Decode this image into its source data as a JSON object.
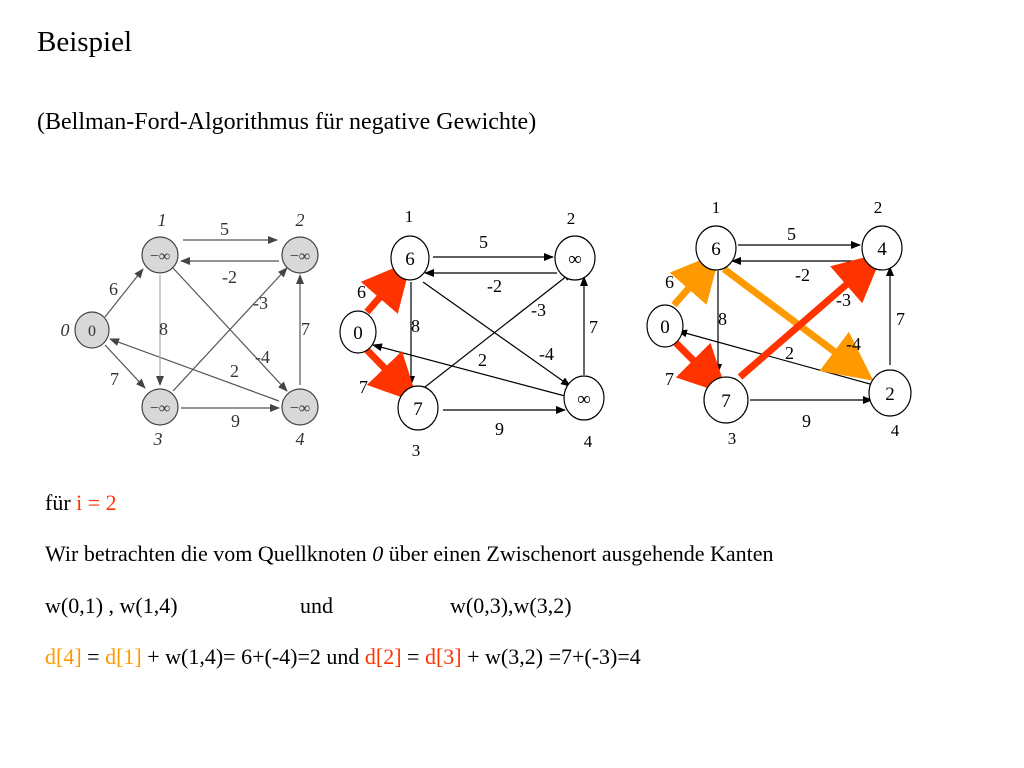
{
  "slide": {
    "title": "Beispiel",
    "subtitle": "(Bellman-Ford-Algorithmus für negative Gewichte)"
  },
  "colors": {
    "red": "#ff3300",
    "orange": "#ff9900",
    "gray_node": "#d8d8d8"
  },
  "graph1": {
    "nodes": [
      {
        "id": "0",
        "label": "0",
        "value": "0"
      },
      {
        "id": "1",
        "label": "1",
        "value": "−∞"
      },
      {
        "id": "2",
        "label": "2",
        "value": "−∞"
      },
      {
        "id": "3",
        "label": "3",
        "value": "−∞"
      },
      {
        "id": "4",
        "label": "4",
        "value": "−∞"
      }
    ],
    "edge_weights": [
      "5",
      "-2",
      "6",
      "8",
      "7",
      "-3",
      "7",
      "-4",
      "2",
      "9"
    ]
  },
  "graph2": {
    "nodes": [
      {
        "id": "0",
        "label": "",
        "value": "0"
      },
      {
        "id": "1",
        "label": "1",
        "value": "6"
      },
      {
        "id": "2",
        "label": "2",
        "value": "∞"
      },
      {
        "id": "3",
        "label": "3",
        "value": "7"
      },
      {
        "id": "4",
        "label": "4",
        "value": "∞"
      }
    ],
    "edge_weights": [
      "5",
      "-2",
      "6",
      "8",
      "7",
      "-3",
      "7",
      "-4",
      "2",
      "9"
    ]
  },
  "graph3": {
    "nodes": [
      {
        "id": "0",
        "label": "",
        "value": "0"
      },
      {
        "id": "1",
        "label": "1",
        "value": "6"
      },
      {
        "id": "2",
        "label": "2",
        "value": "4"
      },
      {
        "id": "3",
        "label": "3",
        "value": "7"
      },
      {
        "id": "4",
        "label": "4",
        "value": "2"
      }
    ],
    "edge_weights": [
      "5",
      "-2",
      "6",
      "8",
      "7",
      "-3",
      "7",
      "-4",
      "2",
      "9"
    ]
  },
  "text": {
    "line1_prefix": "für ",
    "line1_highlight": "i = 2",
    "line2": "Wir betrachten die vom Quellknoten ",
    "line2_italic": "0",
    "line2_suffix": " über einen Zwischenort ausgehende Kanten",
    "line3_a": "w(0,1) , w(1,4)",
    "line3_b": "und",
    "line3_c": "w(0,3),w(3,2)",
    "line4_d4": "d[4]",
    "line4_eq1": " = ",
    "line4_d1": "d[1]",
    "line4_mid": " + w(1,4)= 6+(-4)=2 und ",
    "line4_d2": "d[2]",
    "line4_eq2": " = ",
    "line4_d3": "d[3]",
    "line4_end": " + w(3,2) =7+(-3)=4"
  }
}
